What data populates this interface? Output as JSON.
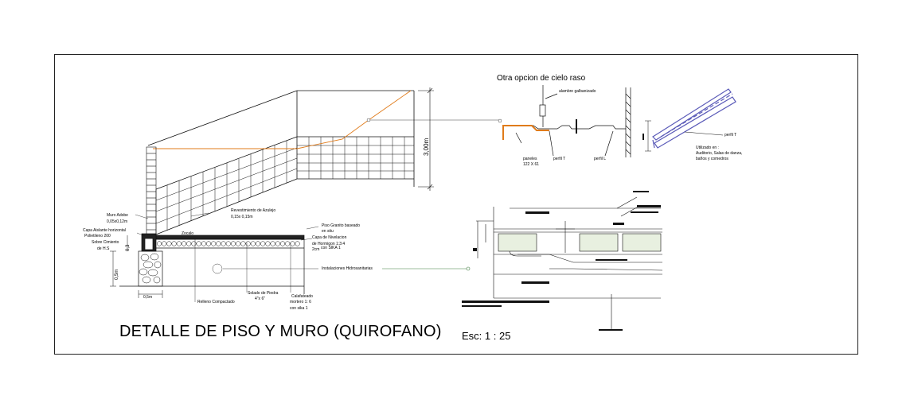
{
  "title": "DETALLE DE PISO Y MURO (QUIROFANO)",
  "scale": "Esc: 1 : 25",
  "ceiling_detail_title": "Otra opcion de cielo raso",
  "labels": {
    "height_dim": "3,00m",
    "muro_adobe": "Muro Adobe",
    "muro_size": "0,05x0,12m",
    "capa_aislante": "Capa Aislante horizontal",
    "polietileno": "Polietileno 200",
    "sobre_cimiento": "Sobre Cimiento",
    "de_hs": "de H.S",
    "dim_03": "0,3",
    "dim_05_v": "0,5m",
    "dim_05_h": "0,5m",
    "revestimiento": "Revestimiento de Azulejo",
    "azulejo_size": "0,15x 0,15m",
    "zocalo": "Zocalo",
    "piso_granito": "Piso Granito baseado",
    "en_situ": "en situ",
    "capa_nivelacion": "Capa de Nivelacion",
    "de_hormigon": "de Hormigon 1:3:4",
    "dos_cm": "2cm",
    "con_sika": "con SIKA 1",
    "instalaciones": "Instalaciones Hidrosanitarias",
    "relleno": "Relleno Compactado",
    "solado_piedra": "Solado de Piedra",
    "solado_size": "4\"x 6\"",
    "calafateado": "Calafateado",
    "mortero": "mortero 1: 6",
    "con_sika_1": "con sika 1",
    "alambre": "alambre galbanizado",
    "paneles": "paneles",
    "paneles_size": "122 X 61",
    "perfil_t": "perfil T",
    "perfil_l": "perfil L",
    "perfil_t2": "perfil T",
    "utilizado_en": "Utilizado en :",
    "auditorio": "Auditorio, Salas de danza,",
    "banos": "baños y comedros"
  },
  "colors": {
    "line": "#111111",
    "orange": "#e07b1a",
    "leader_green": "#3a7a3a",
    "blue_profile": "#5a5ab8"
  }
}
